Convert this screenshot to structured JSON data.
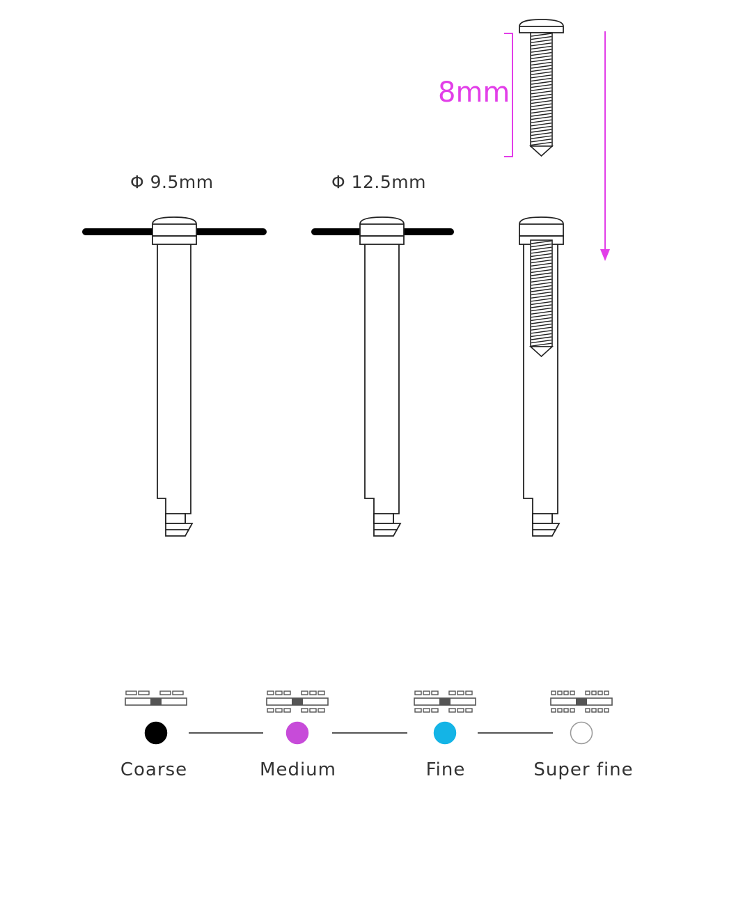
{
  "dimensions": {
    "shaft_a": "Φ 9.5mm",
    "shaft_b": "Φ 12.5mm",
    "thread_length": "8mm"
  },
  "grit": {
    "items": [
      {
        "label": "Coarse",
        "color": "#000000",
        "pattern": 2
      },
      {
        "label": "Medium",
        "color": "#c74bd9",
        "pattern": 3
      },
      {
        "label": "Fine",
        "color": "#14b4e6",
        "pattern": 3
      },
      {
        "label": "Super fine",
        "color": "#ffffff",
        "pattern": 4
      }
    ]
  },
  "colors": {
    "accent": "#e23ee8",
    "line": "#222222"
  }
}
